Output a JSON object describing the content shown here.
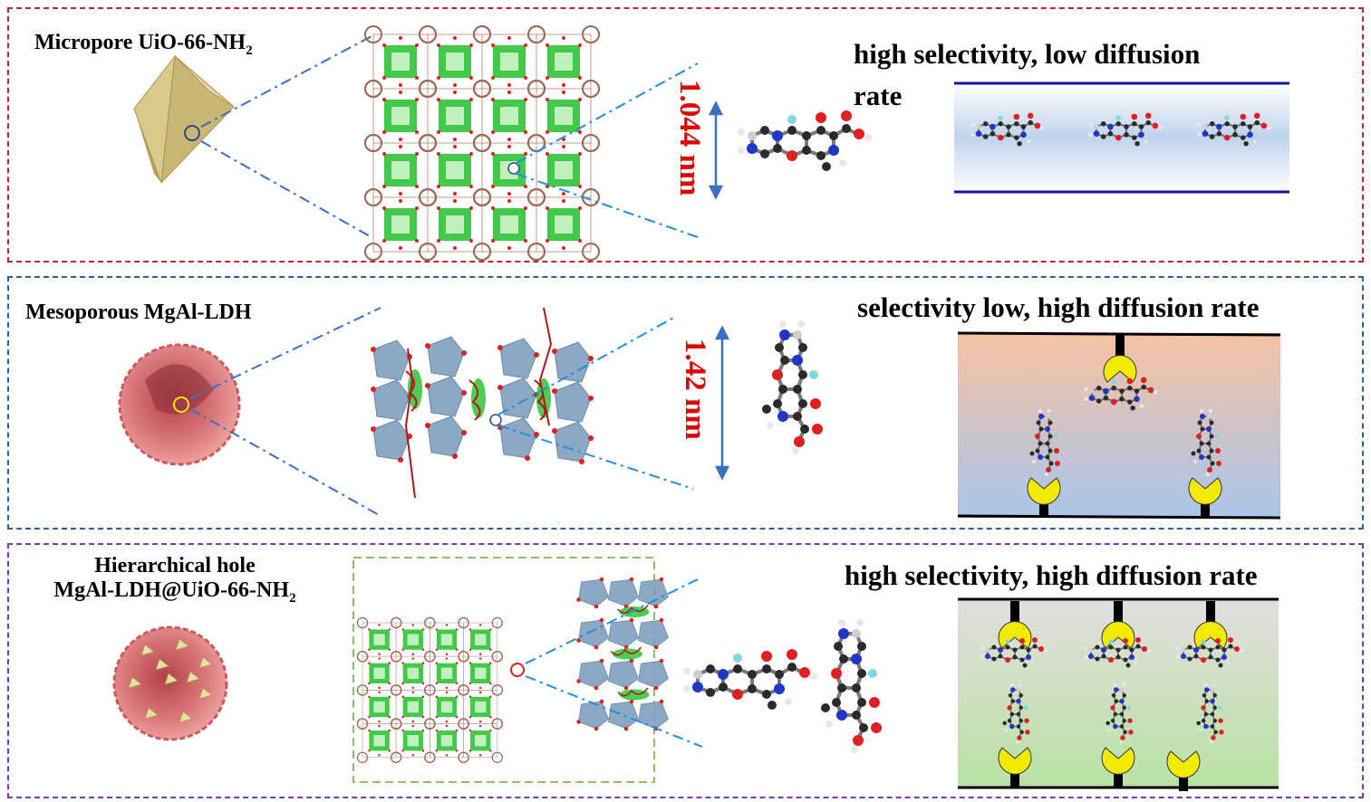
{
  "panels": [
    {
      "border_color": "#c0262c",
      "material_name": "Micropore UiO-66-NH",
      "material_sub": "2",
      "pore_size": "1.044 nm",
      "heading_line1": "high selectivity, low diffusion",
      "heading_line2": "rate"
    },
    {
      "border_color": "#2e5f9e",
      "material_name": "Mesoporous MgAl-LDH",
      "pore_size": "1.42 nm",
      "heading": "selectivity low, high diffusion rate"
    },
    {
      "border_color": "#7a3aa8",
      "material_line1": "Hierarchical hole",
      "material_line2": "MgAl-LDH@UiO-66-NH",
      "material_sub": "2",
      "heading": "high selectivity, high diffusion rate"
    }
  ],
  "colors": {
    "framework_green": "#22c02a",
    "ldh_blue": "#7f9fbe",
    "oxygen_red": "#e02020",
    "receptor_yellow": "#f2ea00",
    "guide_blue": "#1f8fd8",
    "arrow_blue": "#3a6fc2",
    "channel_line_navy": "#16169c"
  },
  "icons": [
    "octahedron-crystal-icon",
    "lamellar-sphere-icon",
    "hierarchical-sphere-icon",
    "molecule-icon",
    "receptor-site-icon"
  ]
}
